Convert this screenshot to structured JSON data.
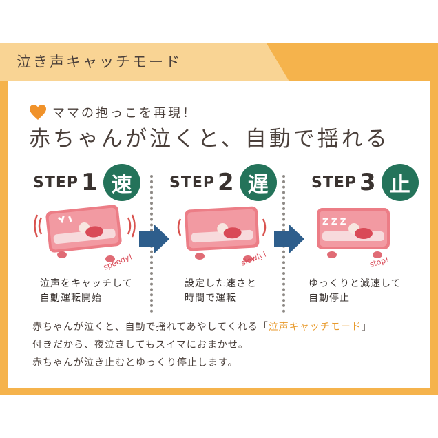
{
  "header": {
    "title": "泣き声キャッチモード"
  },
  "intro": {
    "subtitle": "ママの抱っこを再現！",
    "headline": "赤ちゃんが泣くと、自動で揺れる",
    "heart_icon": "heart-icon"
  },
  "steps": [
    {
      "word": "STEP",
      "number": "1",
      "badge": "速",
      "motion_label": "speedy!",
      "desc_line1": "泣声をキャッチして",
      "desc_line2": "自動運転開始"
    },
    {
      "word": "STEP",
      "number": "2",
      "badge": "遅",
      "motion_label": "slowly!",
      "desc_line1": "設定した速さと",
      "desc_line2": "時間で運転"
    },
    {
      "word": "STEP",
      "number": "3",
      "badge": "止",
      "motion_label": "stop!",
      "desc_line1": "ゆっくりと減速して",
      "desc_line2": "自動停止"
    }
  ],
  "body": {
    "line1_before": "赤ちゃんが泣くと、自動で揺れてあやしてくれる「",
    "line1_highlight": "泣声キャッチモード",
    "line1_after": "」",
    "line2": "付きだから、夜泣きしてもスイマにおまかせ。",
    "line3": "赤ちゃんが泣き止むとゆっくり停止します。"
  },
  "colors": {
    "frame_orange": "#f5b34c",
    "tab_light_orange": "#f9d494",
    "badge_green": "#24735a",
    "arrow_blue": "#2e5e8c",
    "crib_pink": "#ec7d86",
    "highlight_orange": "#e89a2c",
    "heart_orange": "#f0922a"
  }
}
